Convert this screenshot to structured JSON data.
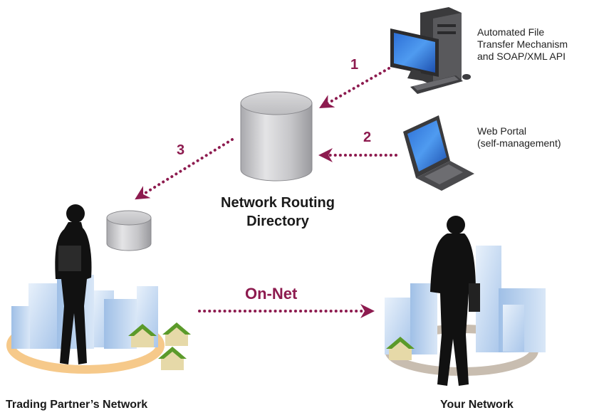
{
  "colors": {
    "arrow": "#8d1b4f",
    "text": "#1a1a1a",
    "cylinder": "#cfcfd2",
    "building": "#bcd3ee",
    "house_roof": "#5b9a2a",
    "ring_partner": "#f6c98a",
    "ring_yours": "#c8bdb0"
  },
  "directory": {
    "title_line1": "Network Routing",
    "title_line2": "Directory"
  },
  "sources": {
    "automated": {
      "line1": "Automated File",
      "line2": "Transfer Mechanism",
      "line3": "and SOAP/XML API",
      "icon": "desktop-computer-icon"
    },
    "portal": {
      "line1": "Web Portal",
      "line2": "(self-management)",
      "icon": "laptop-icon"
    }
  },
  "steps": {
    "step1": "1",
    "step2": "2",
    "step3": "3"
  },
  "link_label": "On-Net",
  "networks": {
    "partner": "Trading Partner’s Network",
    "yours": "Your Network"
  }
}
